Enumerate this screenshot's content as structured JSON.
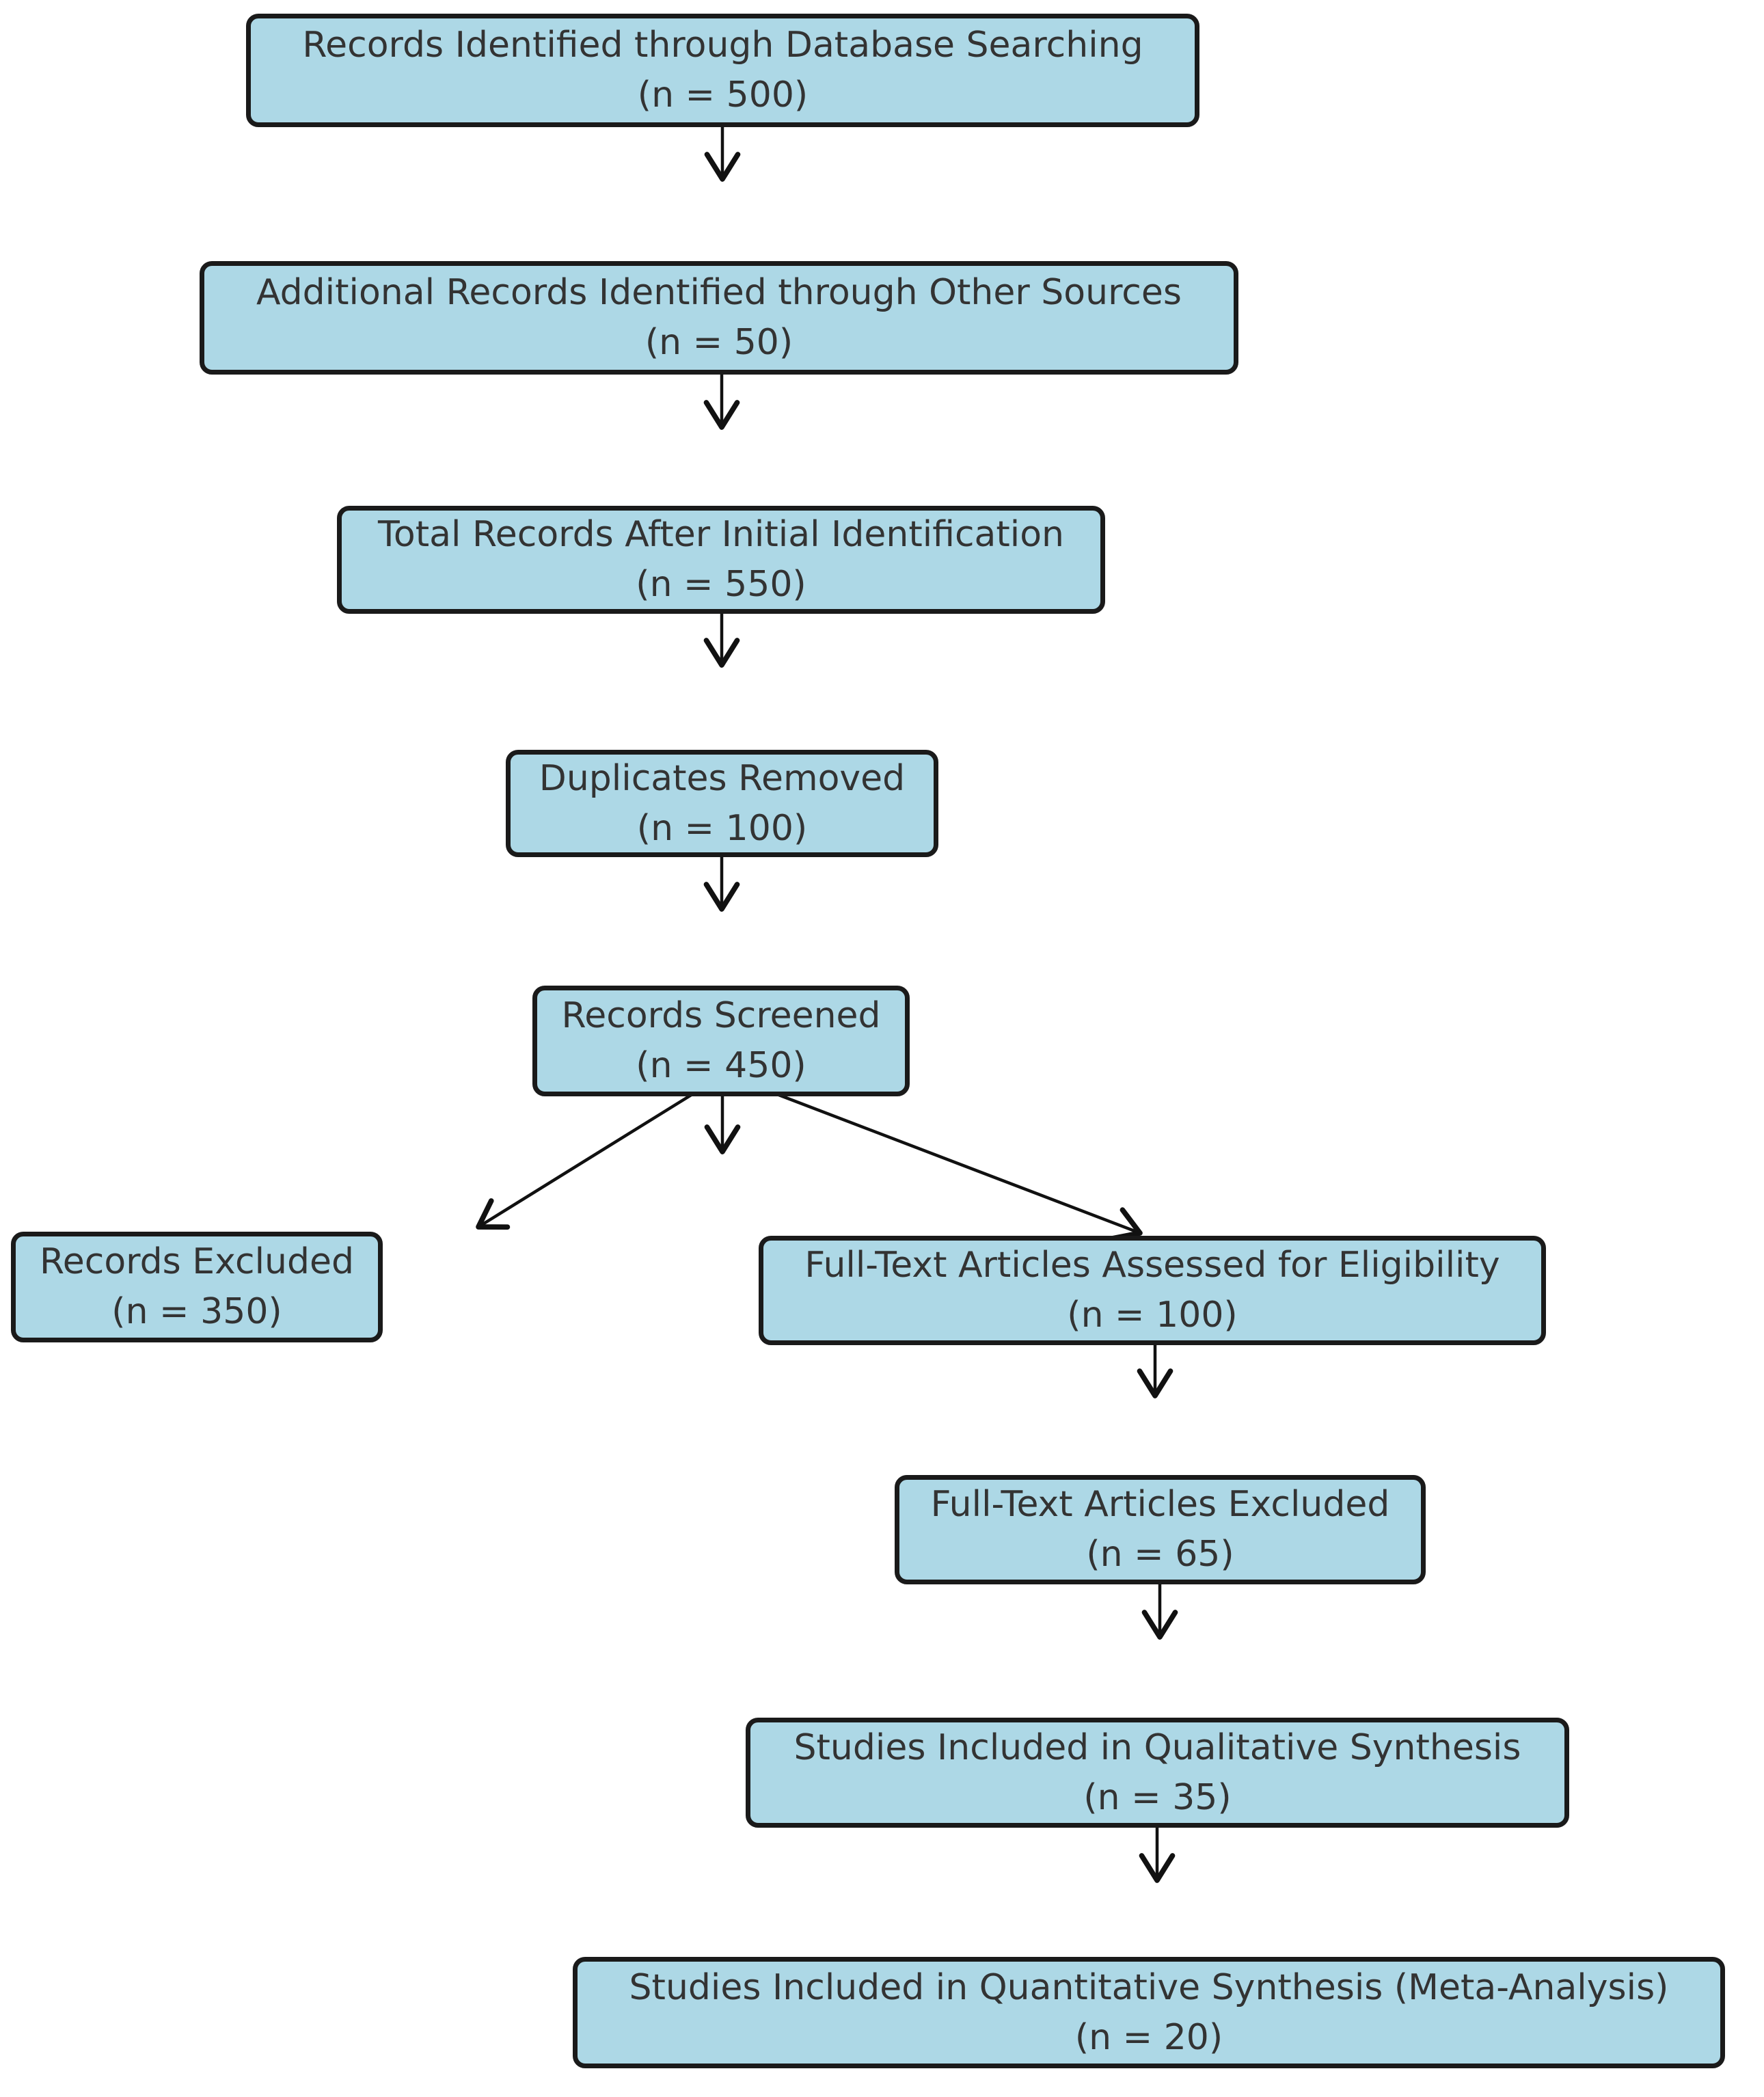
{
  "diagram": {
    "type": "flowchart",
    "background_color": "#ffffff",
    "node_fill_color": "#ADD8E6",
    "node_border_color": "#1a1a1a",
    "text_color": "#333333",
    "arrow_color": "#111111"
  },
  "nodes": [
    {
      "id": "records-identified",
      "title": "Records Identified through Database Searching",
      "count": "(n = 500)"
    },
    {
      "id": "additional-records",
      "title": "Additional Records Identified through Other Sources",
      "count": "(n = 50)"
    },
    {
      "id": "total-records",
      "title": "Total Records After Initial Identification",
      "count": "(n = 550)"
    },
    {
      "id": "duplicates-removed",
      "title": "Duplicates Removed",
      "count": "(n = 100)"
    },
    {
      "id": "records-screened",
      "title": "Records Screened",
      "count": "(n = 450)"
    },
    {
      "id": "records-excluded",
      "title": "Records Excluded",
      "count": "(n = 350)"
    },
    {
      "id": "fulltext-assessed",
      "title": "Full-Text Articles Assessed for Eligibility",
      "count": "(n = 100)"
    },
    {
      "id": "fulltext-excluded",
      "title": "Full-Text Articles Excluded",
      "count": "(n = 65)"
    },
    {
      "id": "qualitative-synthesis",
      "title": "Studies Included in Qualitative Synthesis",
      "count": "(n = 35)"
    },
    {
      "id": "quantitative-synthesis",
      "title": "Studies Included in Quantitative Synthesis (Meta-Analysis)",
      "count": "(n = 20)"
    }
  ],
  "edges": [
    {
      "from": "records-identified",
      "to": "additional-records"
    },
    {
      "from": "additional-records",
      "to": "total-records"
    },
    {
      "from": "total-records",
      "to": "duplicates-removed"
    },
    {
      "from": "duplicates-removed",
      "to": "records-screened"
    },
    {
      "from": "records-screened",
      "to": "records-excluded"
    },
    {
      "from": "records-screened",
      "to": "fulltext-assessed"
    },
    {
      "from": "fulltext-assessed",
      "to": "fulltext-excluded"
    },
    {
      "from": "fulltext-excluded",
      "to": "qualitative-synthesis"
    },
    {
      "from": "qualitative-synthesis",
      "to": "quantitative-synthesis"
    }
  ]
}
